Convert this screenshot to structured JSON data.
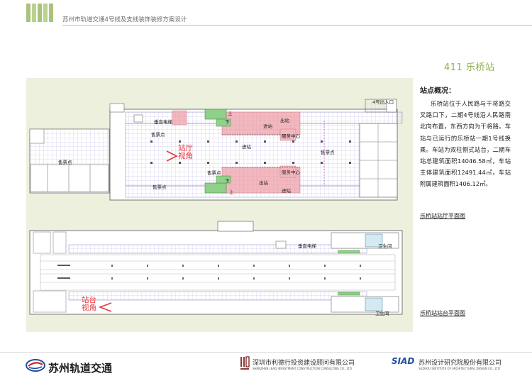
{
  "header": {
    "title": "苏州市轨道交通4号线及支线装饰装修方案设计",
    "logo_color": "#a9c47a"
  },
  "station": {
    "title": "411 乐桥站"
  },
  "overview": {
    "heading": "站点概况：",
    "body": "乐桥站位于人民路与干将路交叉路口下，二期4号线沿人民路南北向布置，东西方向为干将路。车站与已运行的乐桥站一期1号线换乘。车站为双柱侧式站台，二期车站总建筑面积14046.58㎡，车站主体建筑面积12491.44㎡，车站附属建筑面积1406.12㎡。"
  },
  "captions": {
    "concourse": "乐桥站站厅平面图",
    "platform": "乐桥站站台平面图"
  },
  "concourse_plan": {
    "labels": {
      "exit4": "4号出入口",
      "elevator": "垂直电梯",
      "ticket_left": "售票点",
      "ticket_top": "售票点",
      "ticket_bottom": "售票点",
      "exit_top": "出站",
      "entry_top": "进站",
      "service_top": "服务中心",
      "entry_mid": "进站",
      "ticket_right": "售票点",
      "service_bottom": "服务中心",
      "entry_bottom": "进站",
      "exit_bottom": "出站",
      "up1": "上",
      "down1": "下",
      "up2": "上",
      "down2": "下",
      "viewpoint": "站厅\n视角"
    }
  },
  "platform_plan": {
    "labels": {
      "elevator": "垂直电梯",
      "restroom_top": "卫生间",
      "restroom_bottom": "卫生间",
      "viewpoint": "站台\n视角"
    }
  },
  "footer": {
    "brand": "苏州轨道交通",
    "company1": "深圳市利德行投资建设顾问有限公司",
    "company1_en": "SHENZHEN LEAD INVESTMENT CONSTRUCTION CONSULTING CO., LTD",
    "company2_mark": "SIAD",
    "company2": "苏州设计研究院股份有限公司",
    "company2_en": "SUZHOU INSTITUTE OF ARCHITECTURAL DESIGN CO., LTD"
  },
  "colors": {
    "accent": "#8bb34a",
    "plan_fill": "#d8d6f4",
    "plan_pink": "#f2b8c0",
    "plan_green": "#8fd08a",
    "viewpoint_red": "#e6363c"
  }
}
